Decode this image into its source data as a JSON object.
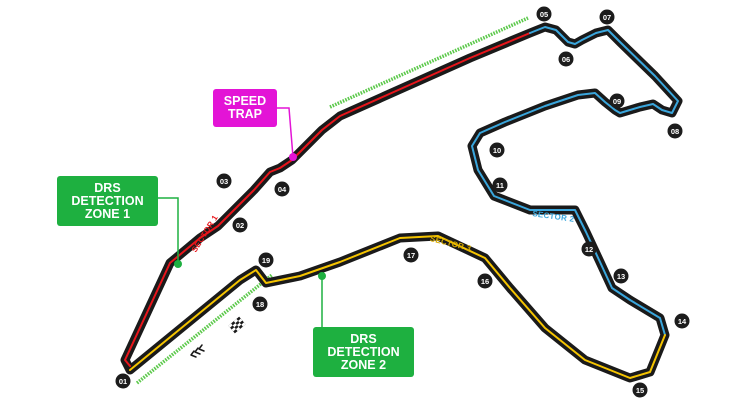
{
  "map": {
    "colors": {
      "track": "#1a1a1a",
      "sector1": "#e8151b",
      "sector2": "#3aa6dc",
      "sector3": "#f5c400",
      "drs_zone": "#5cc94b",
      "drs_box": "#1eb040",
      "speed_trap": "#e314d6",
      "corner_badge": "#1c1c1c"
    },
    "sector_labels": {
      "sector1": "SECTOR 1",
      "sector2": "SECTOR 2",
      "sector3": "SECTOR 3"
    },
    "callouts": {
      "speed_trap": [
        "SPEED",
        "TRAP"
      ],
      "drs_detection_1": [
        "DRS",
        "DETECTION",
        "ZONE 1"
      ],
      "drs_detection_2": [
        "DRS",
        "DETECTION",
        "ZONE 2"
      ]
    },
    "corners": [
      "01",
      "02",
      "03",
      "04",
      "05",
      "06",
      "07",
      "08",
      "09",
      "10",
      "11",
      "12",
      "13",
      "14",
      "15",
      "16",
      "17",
      "18",
      "19"
    ],
    "icons": [
      "checkered-flag-icon",
      "direction-chevrons-icon"
    ]
  }
}
